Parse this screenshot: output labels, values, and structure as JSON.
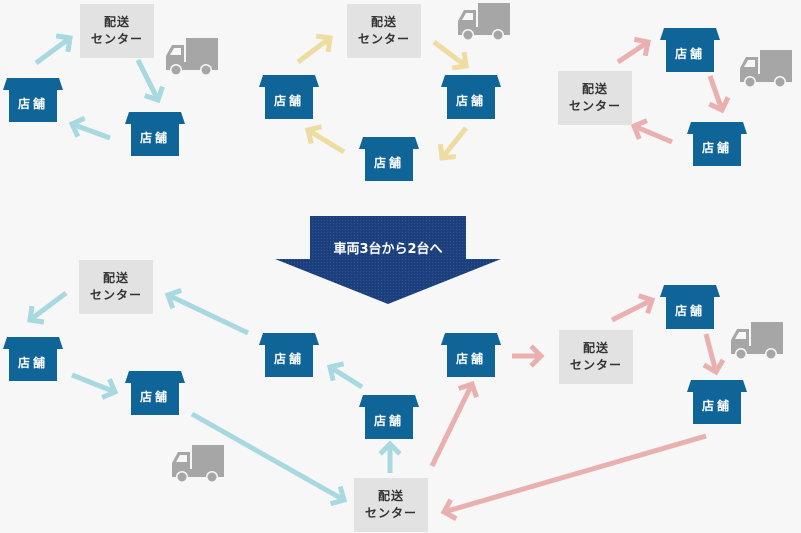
{
  "colors": {
    "store": "#106598",
    "center_bg": "#e8e8e8",
    "truck": "#a6a6a6",
    "arrow_blue": "#a8d8e0",
    "arrow_yellow": "#eedca0",
    "arrow_pink": "#eab0b0",
    "banner": "#1c3f7c"
  },
  "labels": {
    "store": "店舗",
    "center_line1": "配送",
    "center_line2": "センター"
  },
  "banner": {
    "text": "車両3台から2台へ",
    "icon": "down-arrow-icon"
  },
  "before": {
    "routes": [
      {
        "name": "route-1",
        "color": "blue",
        "stores": 2
      },
      {
        "name": "route-2",
        "color": "yellow",
        "stores": 3
      },
      {
        "name": "route-3",
        "color": "pink",
        "stores": 2
      }
    ],
    "trucks": 3
  },
  "after": {
    "routes": [
      {
        "name": "route-1",
        "color": "blue",
        "stores": 4
      },
      {
        "name": "route-2",
        "color": "pink",
        "stores": 3
      }
    ],
    "trucks": 2
  }
}
